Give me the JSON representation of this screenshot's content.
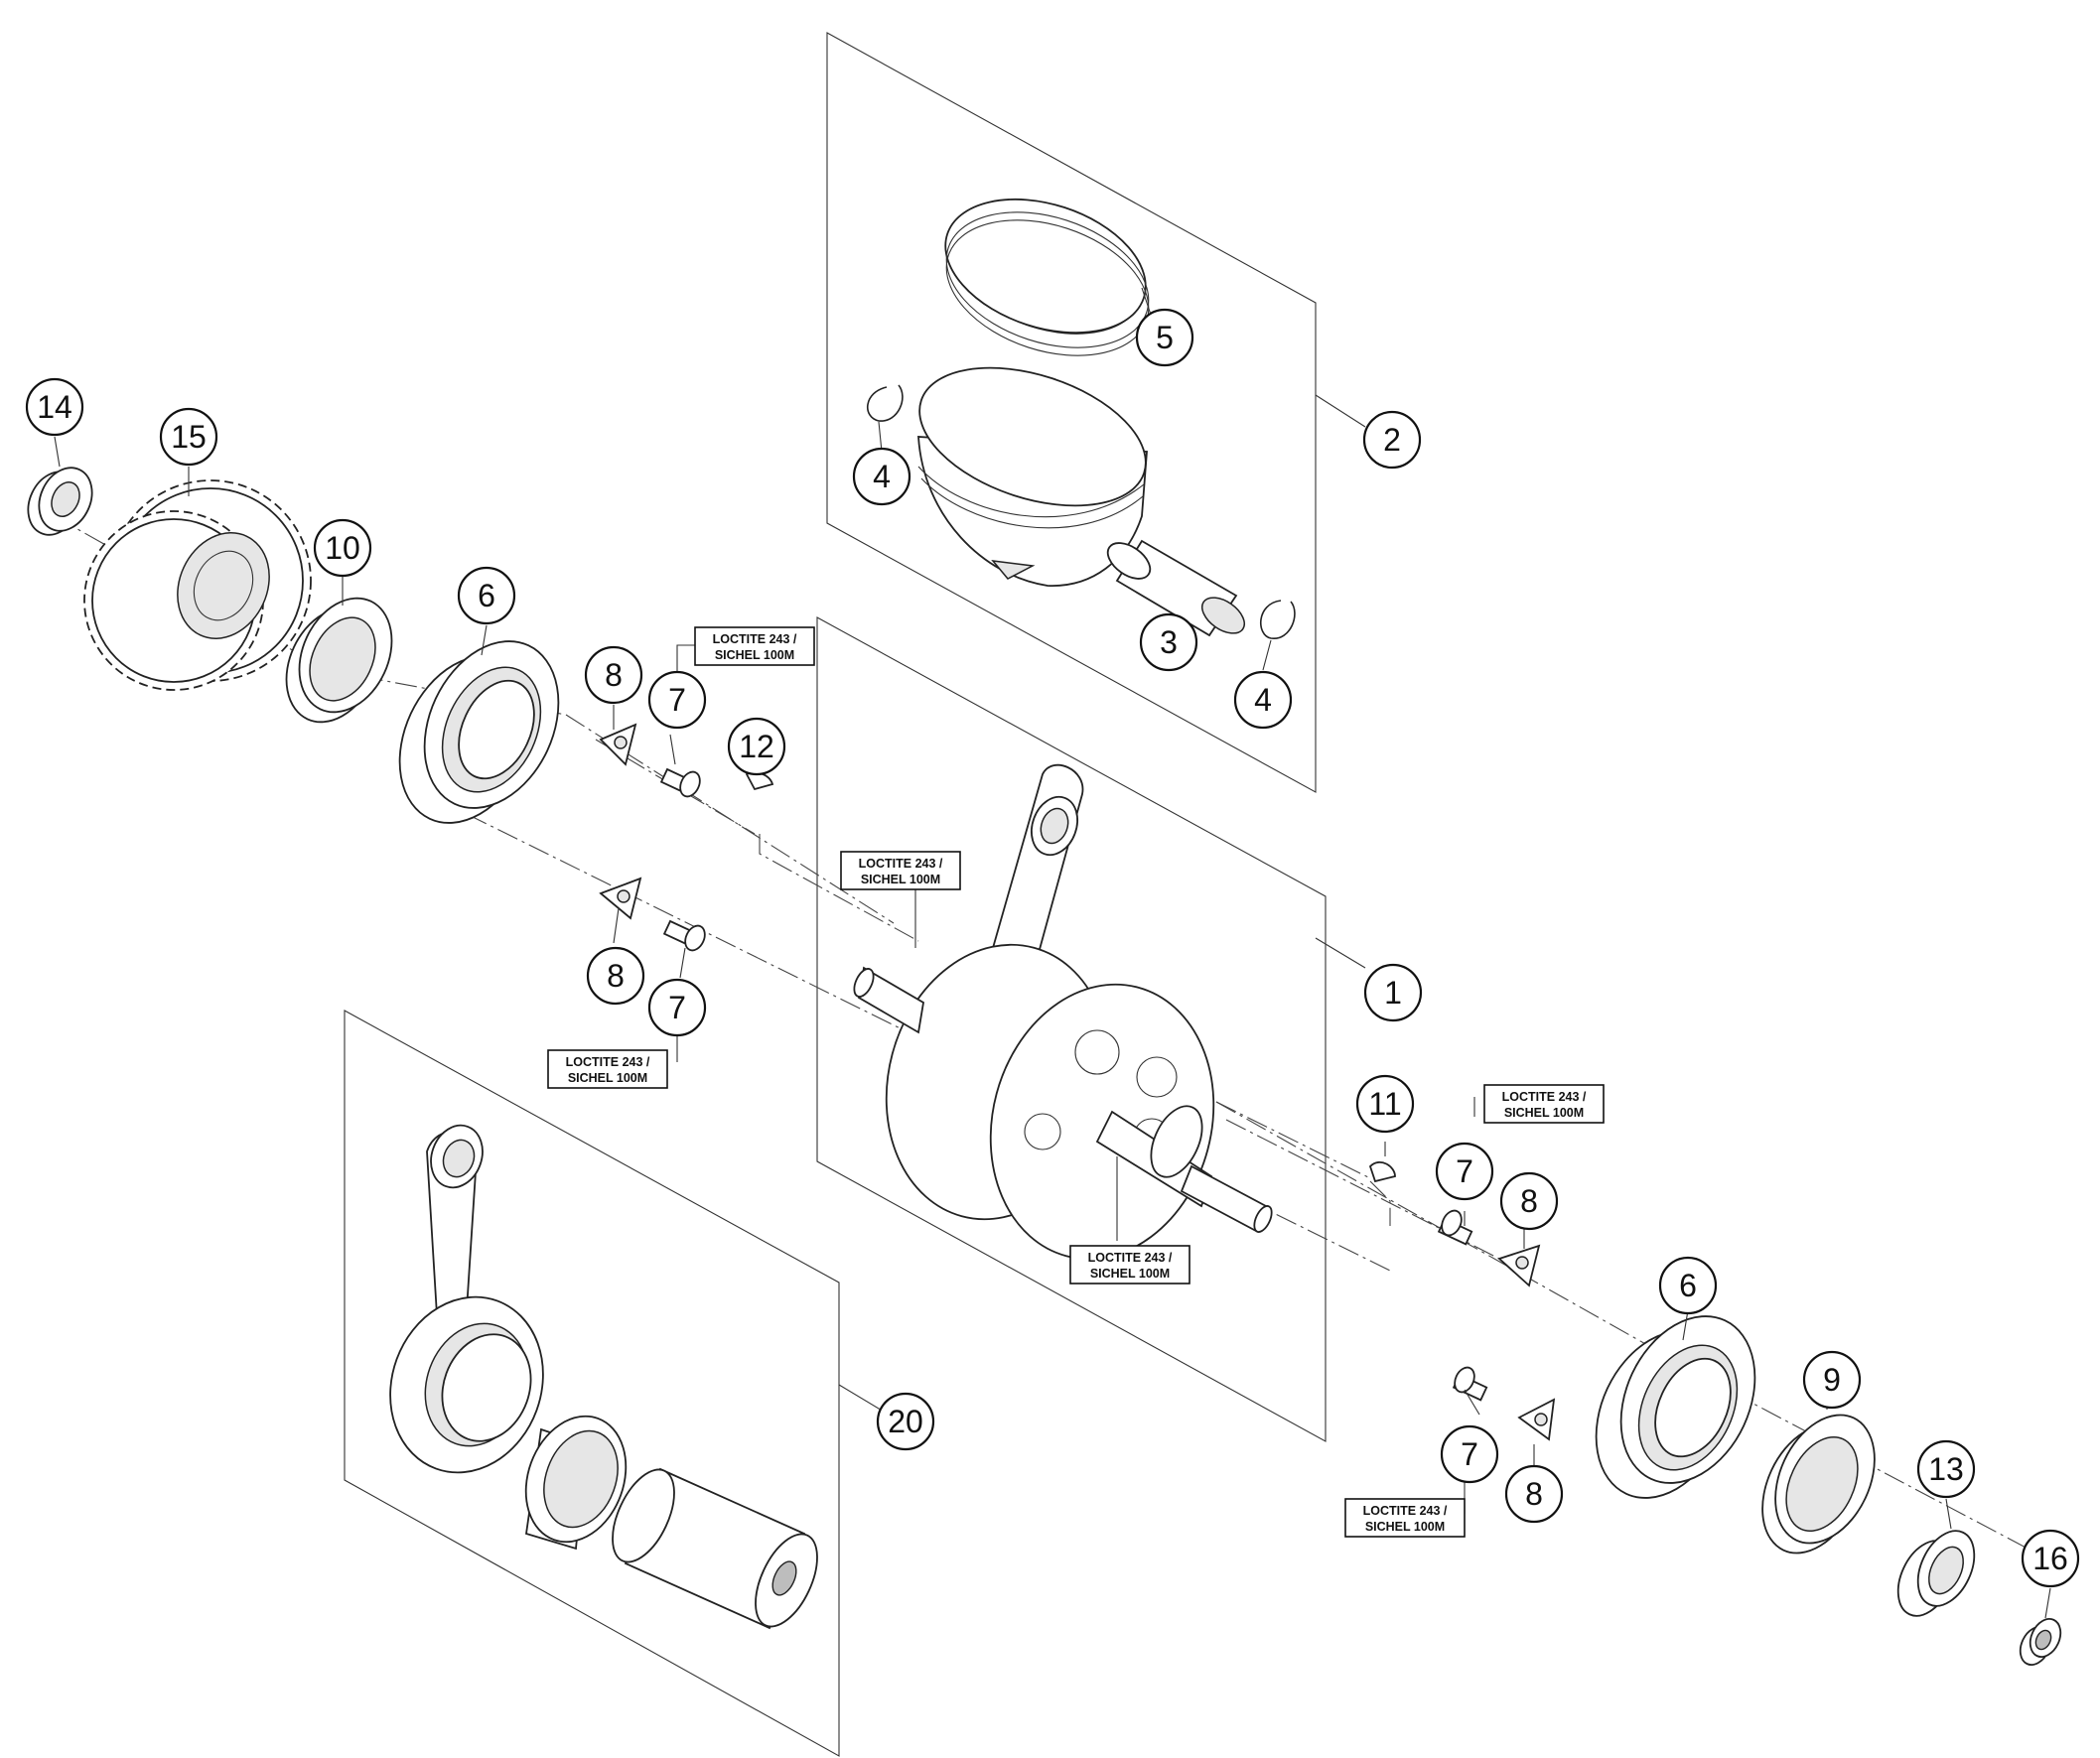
{
  "callouts": {
    "c1": "1",
    "c2": "2",
    "c3": "3",
    "c4": "4",
    "c5": "5",
    "c6": "6",
    "c7": "7",
    "c8": "8",
    "c9": "9",
    "c10": "10",
    "c11": "11",
    "c12": "12",
    "c13": "13",
    "c14": "14",
    "c15": "15",
    "c16": "16",
    "c20": "20"
  },
  "notes": {
    "loctite_line1": "LOCTITE 243 /",
    "loctite_line2": "SICHEL 100M"
  }
}
